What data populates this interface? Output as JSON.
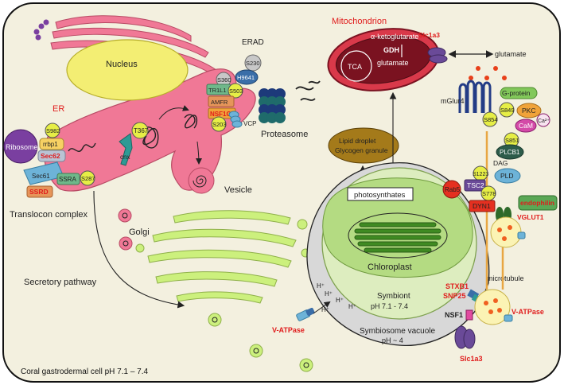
{
  "cell": {
    "label": "Coral gastrodermal cell pH 7.1 – 7.4"
  },
  "organelles": {
    "nucleus": "Nucleus",
    "er": "ER",
    "erad": "ERAD",
    "proteasome": "Proteasome",
    "vesicle": "Vesicle",
    "translocon": "Translocon complex",
    "golgi": "Golgi",
    "secretory": "Secretory pathway",
    "mitochondrion": "Mitochondrion",
    "lipid_droplet": "Lipid droplet",
    "glycogen": "Glycogen granule",
    "photosynthates": "photosynthates",
    "chloroplast": "Chloroplast",
    "symbiont": "Symbiont",
    "symbiont_ph": "pH 7.1 - 7.4",
    "symbiosome": "Symbiosome vacuole",
    "symbiosome_ph": "pH ~ 4",
    "microtubule": "microtubule"
  },
  "er_proteins": {
    "ribosome": "Ribosome",
    "s982": "S982",
    "rrbp1": "rrbp1",
    "sec62": "Sec62",
    "sec61": "Sec61",
    "ssra": "SSRA",
    "ssrd": "SSRD",
    "s287": "S287",
    "t367": "T367",
    "cnx": "cnx",
    "s360": "S360",
    "tr1l1": "TR1L1",
    "s503": "S503",
    "amfr": "AMFR",
    "nsf1c": "NSF1C",
    "s203": "S203",
    "vcp": "VCP",
    "s230": "S230",
    "h9641": "H9641"
  },
  "mito": {
    "tca": "TCA",
    "akg": "α-ketoglutarate",
    "gdh": "GDH",
    "glutamate_in": "glutamate",
    "slc1a3": "Slc1a3",
    "glutamate_out": "glutamate"
  },
  "signaling": {
    "mglur4": "mGlur4",
    "gprotein": "G-protein",
    "s849": "S849",
    "pkc": "PKC",
    "s854": "S854",
    "cam": "CaM",
    "ca": "Ca²⁺",
    "s851": "S851",
    "plcb1": "PLCB1",
    "dag": "DAG",
    "pld": "PLD",
    "s1223": "S1223",
    "rab5": "Rab5",
    "tsc2": "TSC2",
    "s778": "S778",
    "dyn1": "DYN1",
    "endophilin": "endophilin",
    "vglut1": "VGLUT1"
  },
  "vacuole_proteins": {
    "stxb1": "STXB1",
    "snp25": "SNP25",
    "nsf1": "NSF1",
    "vatpase_left": "V-ATPase",
    "vatpase_right": "V-ATPase",
    "slc1a3": "Slc1a3",
    "h": "H⁺"
  },
  "colors": {
    "cell_bg": "#f3f0df",
    "er": "#f07896",
    "nucleus": "#f3ee73",
    "mito": "#d9394a",
    "golgi": "#ccf07d",
    "chloroplast": "#ddedbf",
    "vacuole": "#d8d8d8",
    "red_text": "#e01c1c",
    "phospho": "#e6ee46"
  }
}
